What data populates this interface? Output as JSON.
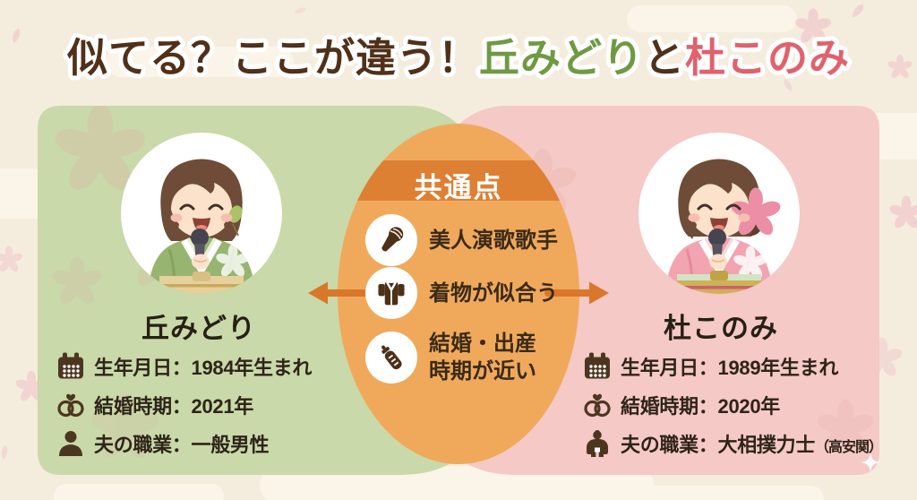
{
  "title": {
    "prefix": "似てる？ここが違う！",
    "left_name": "丘みどり",
    "connector": "と",
    "right_name": "杜このみ"
  },
  "left_panel": {
    "name": "丘みどり",
    "rows": [
      {
        "icon": "calendar-icon",
        "label": "生年月日：",
        "value": "1984年生まれ"
      },
      {
        "icon": "wedding-rings-icon",
        "label": "結婚時期：",
        "value": "2021年"
      },
      {
        "icon": "husband-icon",
        "label": "夫の職業：",
        "value": "一般男性"
      }
    ]
  },
  "right_panel": {
    "name": "杜このみ",
    "rows": [
      {
        "icon": "calendar-icon",
        "label": "生年月日：",
        "value": "1989年生まれ"
      },
      {
        "icon": "wedding-rings-icon",
        "label": "結婚時期：",
        "value": "2020年"
      },
      {
        "icon": "sumo-wrestler-icon",
        "label": "夫の職業：",
        "value": "大相撲力士",
        "note": "（高安関）"
      }
    ]
  },
  "common": {
    "header": "共通点",
    "items": [
      {
        "icon": "microphone-icon",
        "lines": [
          "美人演歌歌手"
        ]
      },
      {
        "icon": "kimono-icon",
        "lines": [
          "着物が似合う"
        ]
      },
      {
        "icon": "baby-bottle-icon",
        "lines": [
          "結婚・出産",
          "時期が近い"
        ]
      }
    ]
  },
  "colors": {
    "background": "#f4edde",
    "left_panel": "#c9d9a9",
    "right_panel": "#f4c9c6",
    "lens": "#f0a95b",
    "band": "#dd8033",
    "arrow": "#d9772a",
    "title_brown": "#513019",
    "title_green": "#6f9a42",
    "title_pink": "#e1616d"
  }
}
